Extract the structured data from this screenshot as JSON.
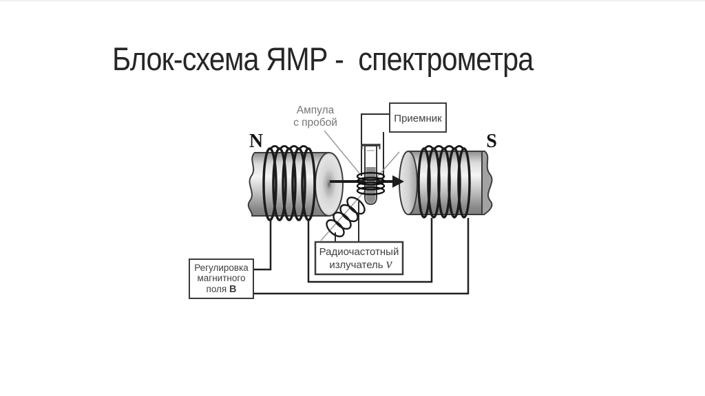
{
  "title": "Блок-схема ЯМР -  спектрометра",
  "diagram": {
    "labels": {
      "north_pole": "N",
      "south_pole": "S",
      "ampoule_line1": "Ампула",
      "ampoule_line2": "с пробой",
      "receiver": "Приемник",
      "rf_line1": "Радиочастотный",
      "rf_line2": "излучатель",
      "rf_symbol": "ν",
      "regulator_line1": "Регулировка",
      "regulator_line2": "магнитного",
      "regulator_line3": "поля",
      "regulator_symbol": "В"
    },
    "colors": {
      "background": "#ffffff",
      "title_text": "#262626",
      "outline": "#3c3c3c",
      "wire": "#1f1f1f",
      "leader_gray": "#9a9a9a",
      "label_gray": "#757575",
      "metal_light": "#f4f4f4",
      "metal_dark": "#858585",
      "broken_end": "#a2a2a2",
      "liquid": "#8d8d8d"
    }
  }
}
